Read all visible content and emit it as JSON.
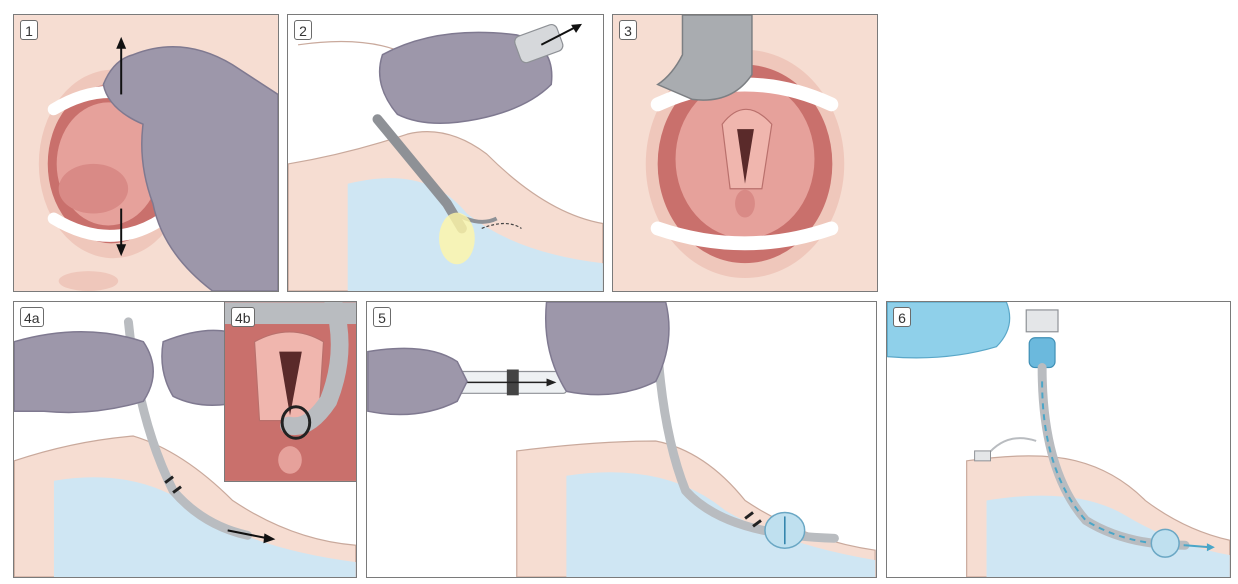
{
  "panels": {
    "p1": {
      "label": "1"
    },
    "p2": {
      "label": "2"
    },
    "p3": {
      "label": "3"
    },
    "p4a": {
      "label": "4a"
    },
    "p4b": {
      "label": "4b"
    },
    "p5": {
      "label": "5"
    },
    "p6": {
      "label": "6"
    }
  },
  "colors": {
    "skin": "#f6ddd2",
    "glove": "#9d97aa",
    "mouth_interior": "#d98a86",
    "airway_blue": "#cfe6f3",
    "tube_grey": "#b9bcc0",
    "ventilation_blue": "#4aa6c8",
    "outline": "#7a7a7a"
  }
}
